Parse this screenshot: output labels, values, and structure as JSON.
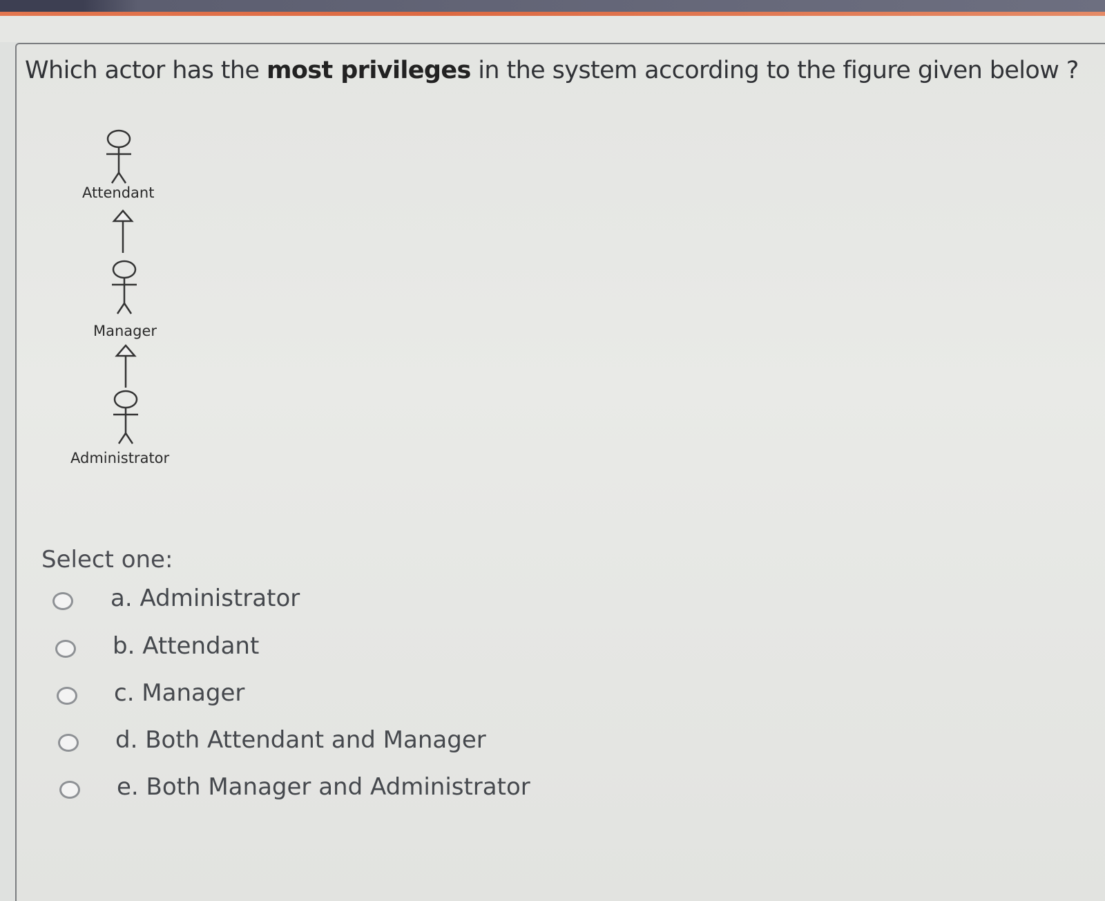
{
  "question": {
    "prefix": "Which actor has the ",
    "emphasis": "most privileges",
    "suffix": " in the system according to the figure given below ?"
  },
  "diagram": {
    "actors": [
      {
        "id": "attendant",
        "label": "Attendant"
      },
      {
        "id": "manager",
        "label": "Manager"
      },
      {
        "id": "administrator",
        "label": "Administrator"
      }
    ],
    "generalizations": [
      {
        "from": "Manager",
        "to": "Attendant"
      },
      {
        "from": "Administrator",
        "to": "Manager"
      }
    ]
  },
  "quiz": {
    "select_prompt": "Select one:",
    "options": [
      {
        "label": "a. Administrator",
        "selected": false
      },
      {
        "label": "b. Attendant",
        "selected": false
      },
      {
        "label": "c. Manager",
        "selected": false
      },
      {
        "label": "d. Both Attendant and Manager",
        "selected": false
      },
      {
        "label": "e. Both Manager and Administrator",
        "selected": false
      }
    ]
  },
  "colors": {
    "accent_bar": "#e3764f",
    "background": "#e4e5e2",
    "radio_border": "#8e9195"
  }
}
